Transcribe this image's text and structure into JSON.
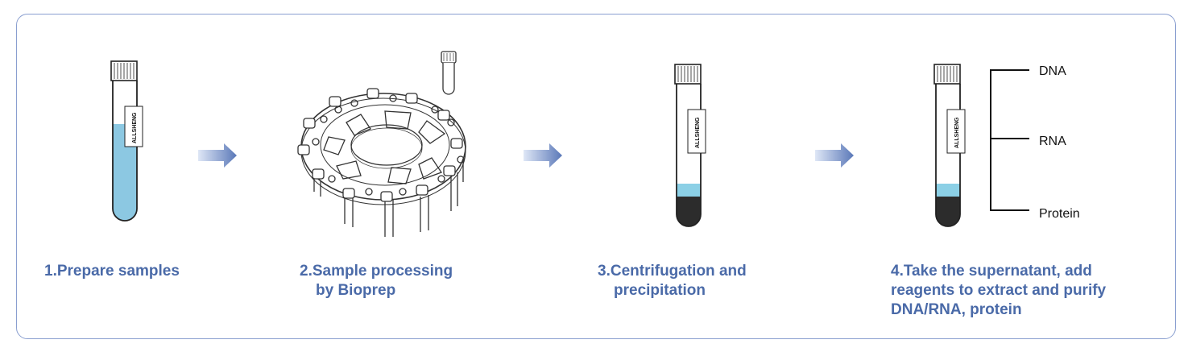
{
  "steps": [
    {
      "label": "1.Prepare samples"
    },
    {
      "label_line1": "2.Sample processing",
      "label_line2": "by Bioprep"
    },
    {
      "label_line1": "3.Centrifugation and",
      "label_line2": "precipitation"
    },
    {
      "label_line1": "4.Take the supernatant, add",
      "label_line2": "reagents to extract and purify",
      "label_line3": "DNA/RNA, protein"
    }
  ],
  "tube_brand": "ALLSHENG",
  "outputs": [
    "DNA",
    "RNA",
    "Protein"
  ],
  "colors": {
    "label_text": "#4a6aa8",
    "frame_border": "#8a9fd0",
    "sample_liquid": "#8cc8e2",
    "supernatant": "#8cd0e6",
    "pellet": "#2c2c2c",
    "arrow_start": "#dfe7f6",
    "arrow_end": "#5a78b8"
  }
}
